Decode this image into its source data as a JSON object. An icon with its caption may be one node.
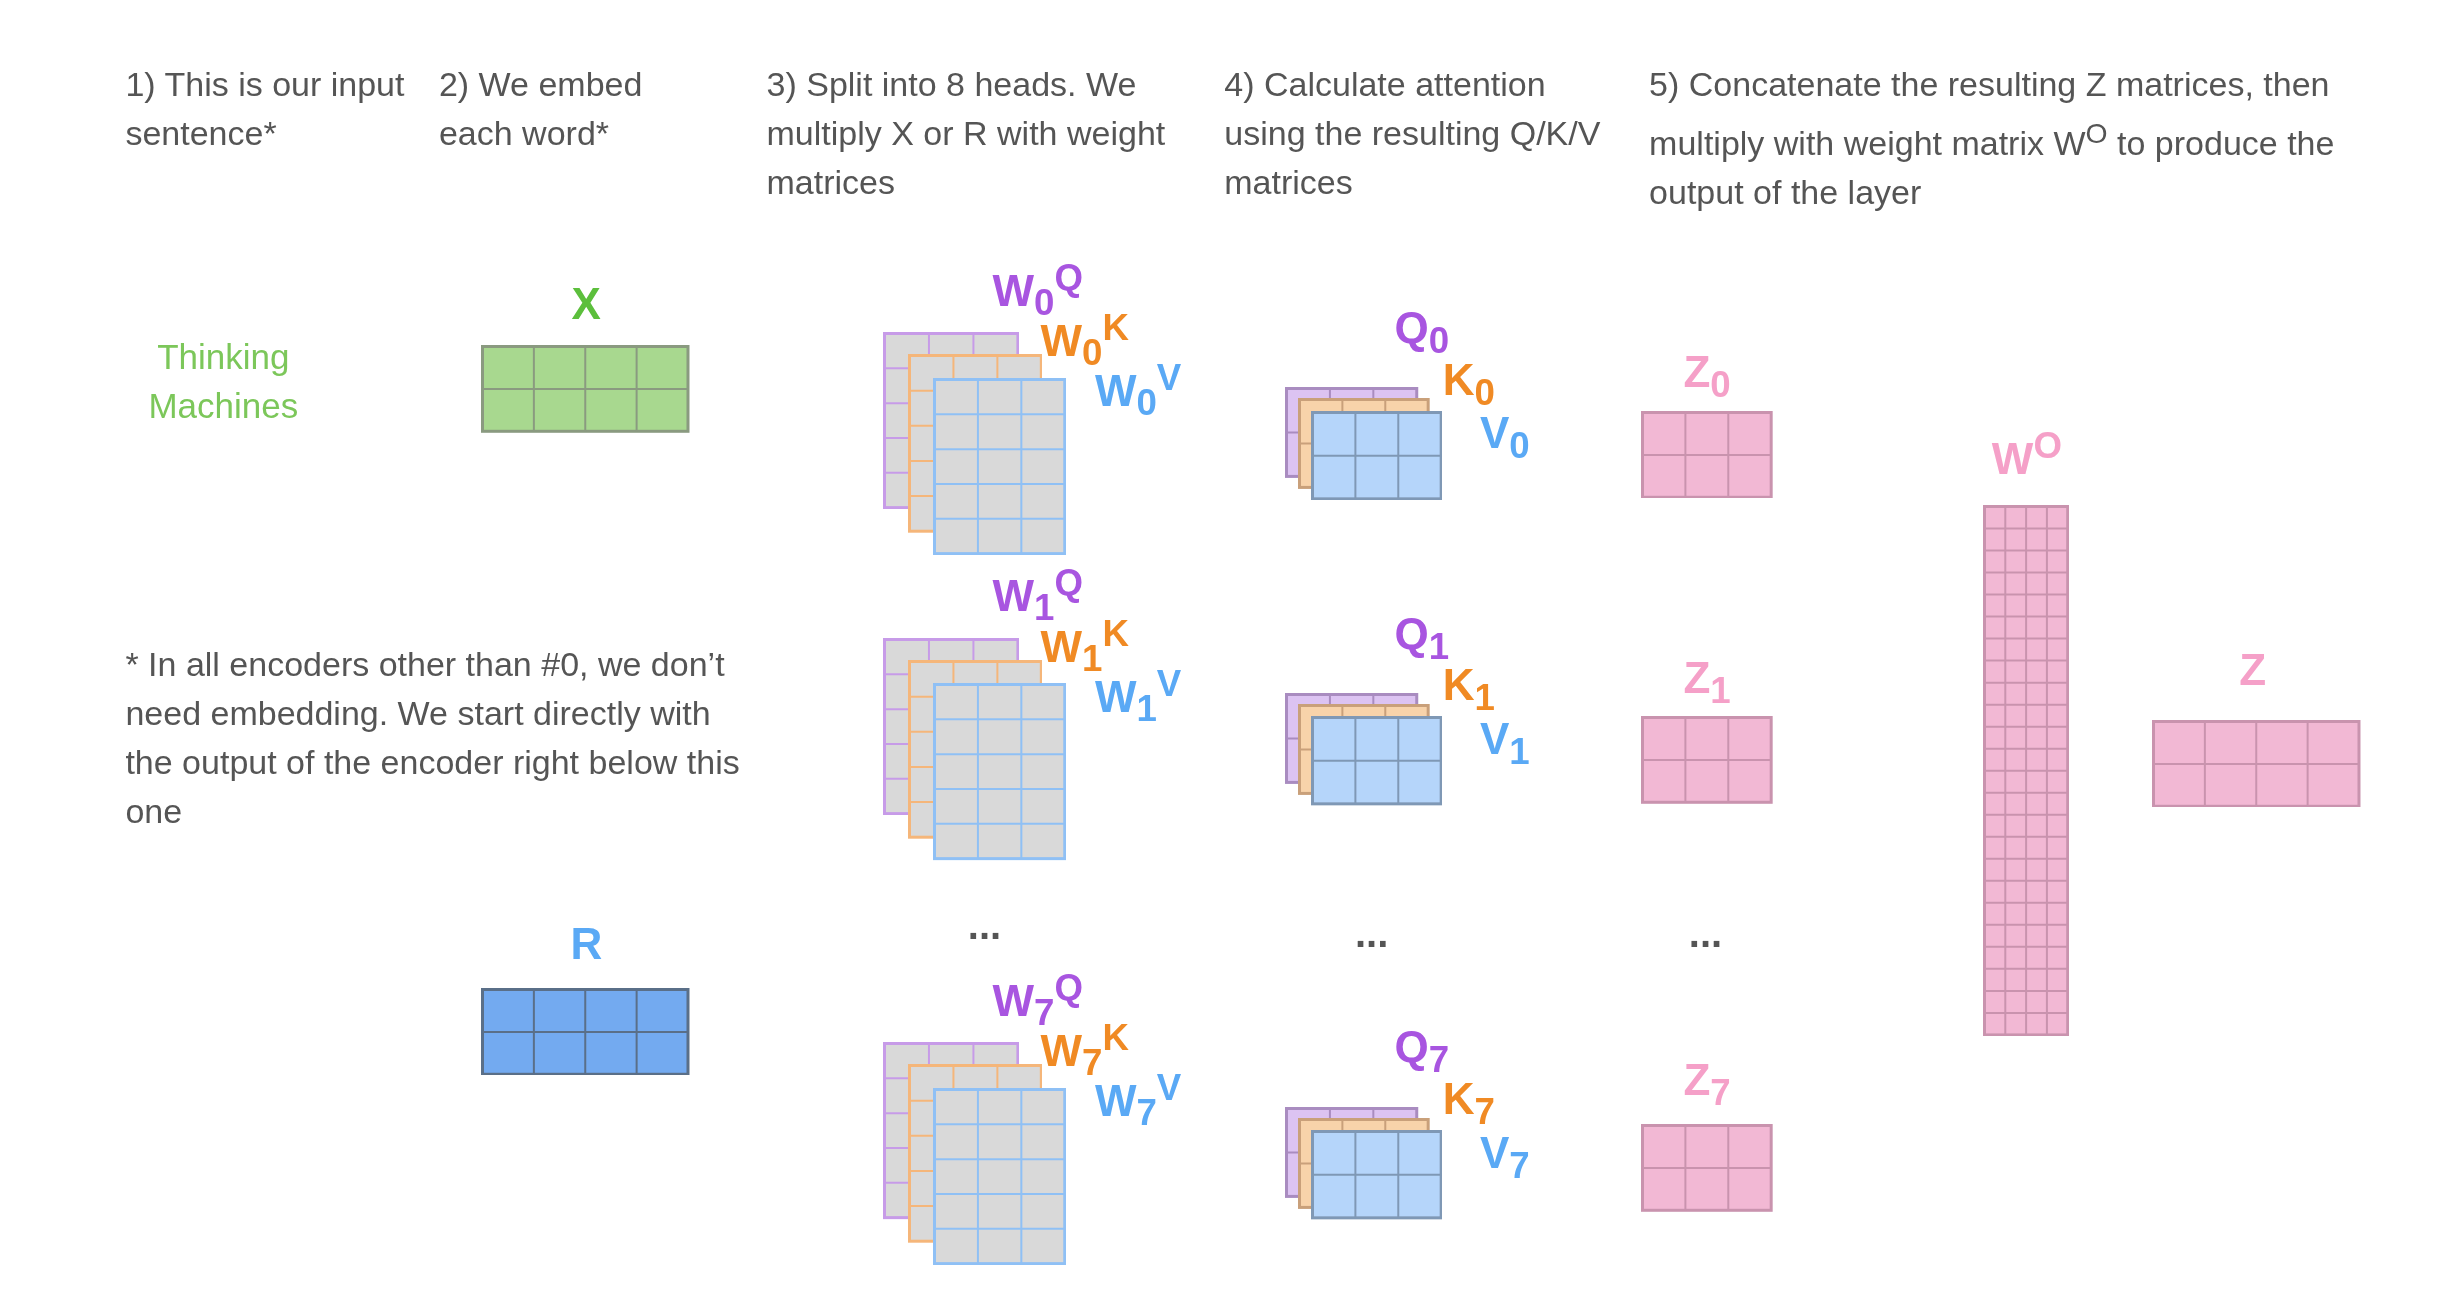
{
  "diagram": {
    "nodes": [
      {
        "text": [
          "X"
        ]
      },
      {
        "text": [
          "R"
        ]
      },
      {
        "text": [
          "W$_{0}$$^{Q}$"
        ]
      },
      {
        "text": [
          "W$_{0}$$^{K}$"
        ]
      },
      {
        "text": [
          "W$_{0}$$^{V}$"
        ]
      },
      {
        "text": [
          "W$_{1}$$^{Q}$"
        ]
      },
      {
        "text": [
          "W$_{1}$$^{K}$"
        ]
      },
      {
        "text": [
          "W$_{1}$$^{V}$"
        ]
      },
      {
        "text": [
          "W$_{7}$$^{Q}$"
        ]
      },
      {
        "text": [
          "W$_{7}$$^{K}$"
        ]
      },
      {
        "text": [
          "W$_{7}$$^{V}$"
        ]
      },
      {
        "text": [
          "Q$_{0}$"
        ]
      },
      {
        "text": [
          "K$_{0}$"
        ]
      },
      {
        "text": [
          "V$_{0}$"
        ]
      },
      {
        "text": [
          "Q$_{1}$"
        ]
      },
      {
        "text": [
          "K$_{1}$"
        ]
      },
      {
        "text": [
          "V$_{1}$"
        ]
      },
      {
        "text": [
          "Q$_{7}$"
        ]
      },
      {
        "text": [
          "K$_{7}$"
        ]
      },
      {
        "text": [
          "V$_{7}$"
        ]
      },
      {
        "text": [
          "Z$_{0}$"
        ]
      },
      {
        "text": [
          "Z$_{1}$"
        ]
      },
      {
        "text": [
          "Z$_{7}$"
        ]
      },
      {
        "text": [
          "W$^{O}$"
        ]
      },
      {
        "text": [
          "Z"
        ]
      }
    ],
    "labels": [
      "1) This is our input sentence*",
      "2) We embed each word*",
      "3) Split into 8 heads. We multiply X or R with weight matrices",
      "4) Calculate attention using the resulting Q/K/V matrices",
      "5) Concatenate the resulting Z matrices, then multiply with weight matrix W$^{O}$ to produce the output of the layer",
      "Thinking Machines",
      "* In all encoders other than #0, we don’t need embedding. We start directly with the output of the encoder right below this one",
      "...",
      "...",
      "..."
    ]
  }
}
